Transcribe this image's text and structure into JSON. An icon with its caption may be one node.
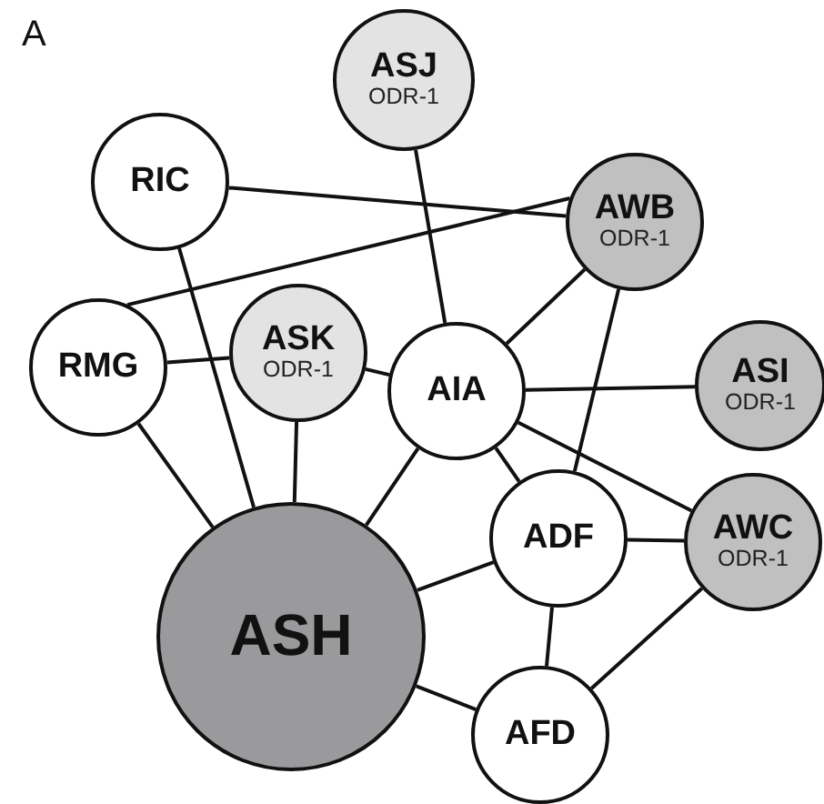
{
  "diagram": {
    "nodes": [
      {
        "text": [
          "ASJ",
          "ODR-1"
        ]
      },
      {
        "text": [
          "RIC"
        ]
      },
      {
        "text": [
          "AWB",
          "ODR-1"
        ]
      },
      {
        "text": [
          "RMG"
        ]
      },
      {
        "text": [
          "ASK",
          "ODR-1"
        ]
      },
      {
        "text": [
          "AIA"
        ]
      },
      {
        "text": [
          "ASI",
          "ODR-1"
        ]
      },
      {
        "text": [
          "ADF"
        ]
      },
      {
        "text": [
          "AWC",
          "ODR-1"
        ]
      },
      {
        "text": [
          "ASH"
        ]
      },
      {
        "text": [
          "AFD"
        ]
      }
    ],
    "edges": [
      {
        "from": 1,
        "to": 2,
        "arrow": "none"
      },
      {
        "from": 1,
        "to": 9,
        "arrow": "none"
      },
      {
        "from": 0,
        "to": 5,
        "arrow": "none"
      },
      {
        "from": 3,
        "to": 2,
        "arrow": "none"
      },
      {
        "from": 3,
        "to": 4,
        "arrow": "none"
      },
      {
        "from": 3,
        "to": 9,
        "arrow": "none"
      },
      {
        "from": 4,
        "to": 5,
        "arrow": "none"
      },
      {
        "from": 4,
        "to": 9,
        "arrow": "none"
      },
      {
        "from": 5,
        "to": 2,
        "arrow": "none"
      },
      {
        "from": 5,
        "to": 6,
        "arrow": "none"
      },
      {
        "from": 5,
        "to": 9,
        "arrow": "none"
      },
      {
        "from": 5,
        "to": 7,
        "arrow": "none"
      },
      {
        "from": 5,
        "to": 8,
        "arrow": "none"
      },
      {
        "from": 2,
        "to": 7,
        "arrow": "none"
      },
      {
        "from": 7,
        "to": 9,
        "arrow": "none"
      },
      {
        "from": 7,
        "to": 8,
        "arrow": "none"
      },
      {
        "from": 7,
        "to": 10,
        "arrow": "none"
      },
      {
        "from": 9,
        "to": 10,
        "arrow": "none"
      },
      {
        "from": 10,
        "to": 8,
        "arrow": "none"
      }
    ],
    "labels": [
      "A"
    ]
  }
}
